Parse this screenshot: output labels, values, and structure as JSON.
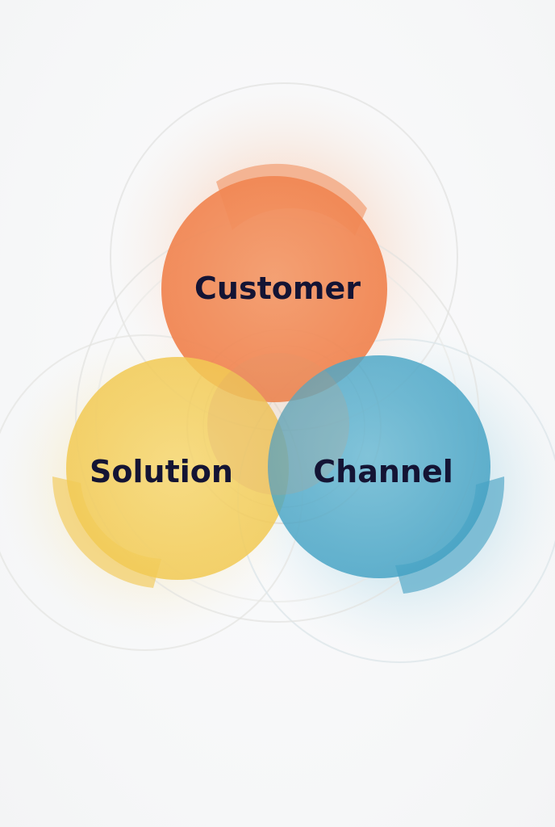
{
  "diagram": {
    "circles": [
      {
        "key": "customer",
        "label": "Customer",
        "color": "#f08a55"
      },
      {
        "key": "solution",
        "label": "Solution",
        "color": "#f3cd55"
      },
      {
        "key": "channel",
        "label": "Channel",
        "color": "#4aa9c9"
      }
    ],
    "label_color": "#141434"
  }
}
